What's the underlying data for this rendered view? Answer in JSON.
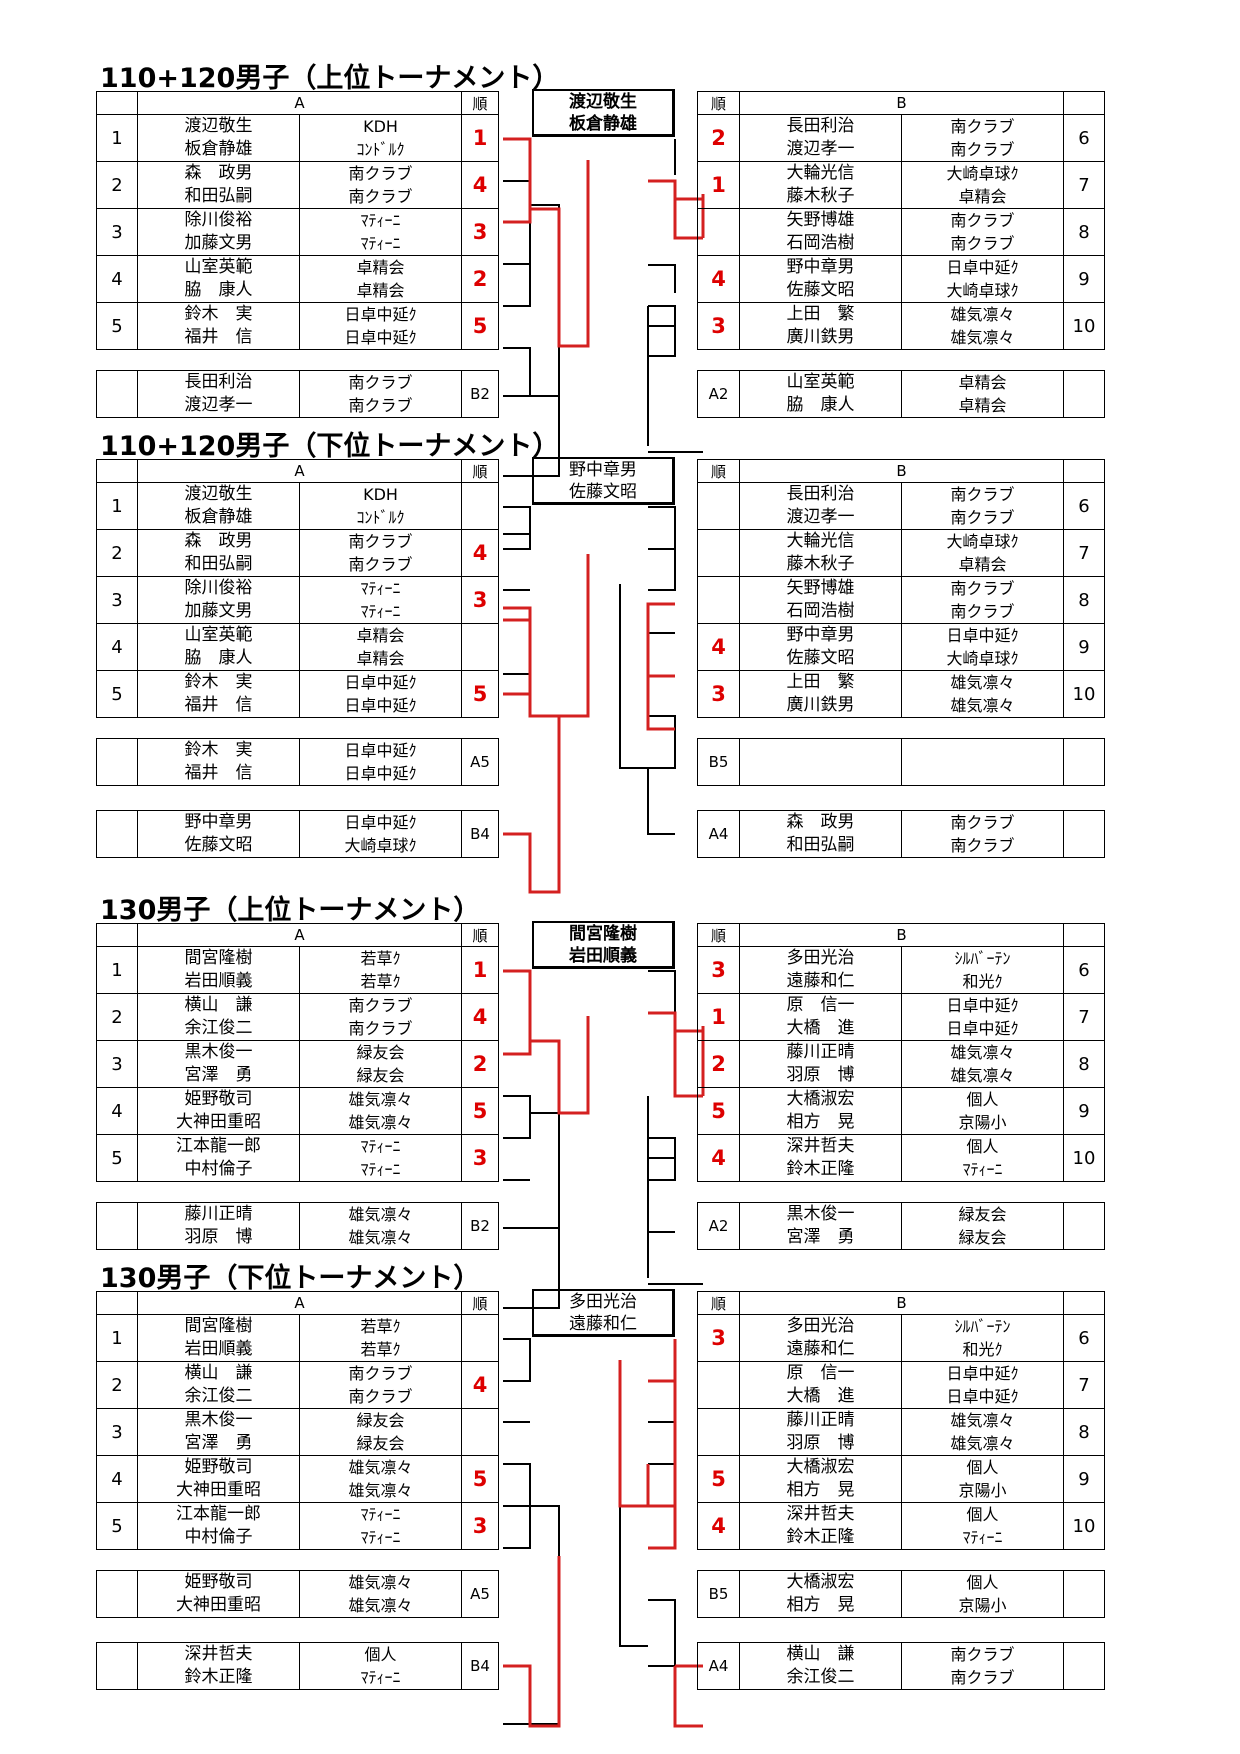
{
  "sections": [
    {
      "title": "110+120男子（上位トーナメント）",
      "champion": [
        "渡辺敬生",
        "板倉静雄"
      ],
      "champion_bold": true,
      "a_header": "A",
      "b_header": "B",
      "rank_header": "順",
      "a_rows": [
        {
          "no": "1",
          "p1": "渡辺敬生",
          "p2": "板倉静雄",
          "c1": "KDH",
          "c2": "ｺﾝﾄﾞﾙｸ",
          "rk": "1"
        },
        {
          "no": "2",
          "p1": "森　政男",
          "p2": "和田弘嗣",
          "c1": "南クラブ",
          "c2": "南クラブ",
          "rk": "4"
        },
        {
          "no": "3",
          "p1": "除川俊裕",
          "p2": "加藤文男",
          "c1": "ﾏﾃｨｰﾆ",
          "c2": "ﾏﾃｨｰﾆ",
          "rk": "3"
        },
        {
          "no": "4",
          "p1": "山室英範",
          "p2": "脇　康人",
          "c1": "卓精会",
          "c2": "卓精会",
          "rk": "2"
        },
        {
          "no": "5",
          "p1": "鈴木　実",
          "p2": "福井　信",
          "c1": "日卓中延ｸ",
          "c2": "日卓中延ｸ",
          "rk": "5"
        }
      ],
      "b_rows": [
        {
          "no": "6",
          "p1": "長田利治",
          "p2": "渡辺孝一",
          "c1": "南クラブ",
          "c2": "南クラブ",
          "rk": "2"
        },
        {
          "no": "7",
          "p1": "大輪光信",
          "p2": "藤木秋子",
          "c1": "大崎卓球ｸ",
          "c2": "卓精会",
          "rk": "1"
        },
        {
          "no": "8",
          "p1": "矢野博雄",
          "p2": "石岡浩樹",
          "c1": "南クラブ",
          "c2": "南クラブ",
          "rk": ""
        },
        {
          "no": "9",
          "p1": "野中章男",
          "p2": "佐藤文昭",
          "c1": "日卓中延ｸ",
          "c2": "大崎卓球ｸ",
          "rk": "4"
        },
        {
          "no": "10",
          "p1": "上田　繁",
          "p2": "廣川鉄男",
          "c1": "雄気凛々",
          "c2": "雄気凛々",
          "rk": "3"
        }
      ],
      "a_extra": [
        {
          "p1": "長田利治",
          "p2": "渡辺孝一",
          "c1": "南クラブ",
          "c2": "南クラブ",
          "lab": "B2"
        }
      ],
      "b_extra": [
        {
          "p1": "山室英範",
          "p2": "脇　康人",
          "c1": "卓精会",
          "c2": "卓精会",
          "lab": "A2"
        }
      ]
    },
    {
      "title": "110+120男子（下位トーナメント）",
      "champion": [
        "野中章男",
        "佐藤文昭"
      ],
      "champion_bold": false,
      "a_header": "A",
      "b_header": "B",
      "rank_header": "順",
      "a_rows": [
        {
          "no": "1",
          "p1": "渡辺敬生",
          "p2": "板倉静雄",
          "c1": "KDH",
          "c2": "ｺﾝﾄﾞﾙｸ",
          "rk": ""
        },
        {
          "no": "2",
          "p1": "森　政男",
          "p2": "和田弘嗣",
          "c1": "南クラブ",
          "c2": "南クラブ",
          "rk": "4"
        },
        {
          "no": "3",
          "p1": "除川俊裕",
          "p2": "加藤文男",
          "c1": "ﾏﾃｨｰﾆ",
          "c2": "ﾏﾃｨｰﾆ",
          "rk": "3"
        },
        {
          "no": "4",
          "p1": "山室英範",
          "p2": "脇　康人",
          "c1": "卓精会",
          "c2": "卓精会",
          "rk": ""
        },
        {
          "no": "5",
          "p1": "鈴木　実",
          "p2": "福井　信",
          "c1": "日卓中延ｸ",
          "c2": "日卓中延ｸ",
          "rk": "5"
        }
      ],
      "b_rows": [
        {
          "no": "6",
          "p1": "長田利治",
          "p2": "渡辺孝一",
          "c1": "南クラブ",
          "c2": "南クラブ",
          "rk": ""
        },
        {
          "no": "7",
          "p1": "大輪光信",
          "p2": "藤木秋子",
          "c1": "大崎卓球ｸ",
          "c2": "卓精会",
          "rk": ""
        },
        {
          "no": "8",
          "p1": "矢野博雄",
          "p2": "石岡浩樹",
          "c1": "南クラブ",
          "c2": "南クラブ",
          "rk": ""
        },
        {
          "no": "9",
          "p1": "野中章男",
          "p2": "佐藤文昭",
          "c1": "日卓中延ｸ",
          "c2": "大崎卓球ｸ",
          "rk": "4"
        },
        {
          "no": "10",
          "p1": "上田　繁",
          "p2": "廣川鉄男",
          "c1": "雄気凛々",
          "c2": "雄気凛々",
          "rk": "3"
        }
      ],
      "a_extra": [
        {
          "p1": "鈴木　実",
          "p2": "福井　信",
          "c1": "日卓中延ｸ",
          "c2": "日卓中延ｸ",
          "lab": "A5"
        },
        {
          "p1": "野中章男",
          "p2": "佐藤文昭",
          "c1": "日卓中延ｸ",
          "c2": "大崎卓球ｸ",
          "lab": "B4"
        }
      ],
      "b_extra": [
        {
          "p1": "",
          "p2": "",
          "c1": "",
          "c2": "",
          "lab": "B5"
        },
        {
          "p1": "森　政男",
          "p2": "和田弘嗣",
          "c1": "南クラブ",
          "c2": "南クラブ",
          "lab": "A4"
        }
      ]
    },
    {
      "title": "130男子（上位トーナメント）",
      "champion": [
        "間宮隆樹",
        "岩田順義"
      ],
      "champion_bold": true,
      "a_header": "A",
      "b_header": "B",
      "rank_header": "順",
      "a_rows": [
        {
          "no": "1",
          "p1": "間宮隆樹",
          "p2": "岩田順義",
          "c1": "若草ｸ",
          "c2": "若草ｸ",
          "rk": "1"
        },
        {
          "no": "2",
          "p1": "横山　謙",
          "p2": "余江俊二",
          "c1": "南クラブ",
          "c2": "南クラブ",
          "rk": "4"
        },
        {
          "no": "3",
          "p1": "黒木俊一",
          "p2": "宮澤　勇",
          "c1": "緑友会",
          "c2": "緑友会",
          "rk": "2"
        },
        {
          "no": "4",
          "p1": "姫野敬司",
          "p2": "大神田重昭",
          "c1": "雄気凛々",
          "c2": "雄気凛々",
          "rk": "5"
        },
        {
          "no": "5",
          "p1": "江本龍一郎",
          "p2": "中村倫子",
          "c1": "ﾏﾃｨｰﾆ",
          "c2": "ﾏﾃｨｰﾆ",
          "rk": "3"
        }
      ],
      "b_rows": [
        {
          "no": "6",
          "p1": "多田光治",
          "p2": "遠藤和仁",
          "c1": "ｼﾙﾊﾞｰﾃﾝ",
          "c2": "和光ｸ",
          "rk": "3"
        },
        {
          "no": "7",
          "p1": "原　信一",
          "p2": "大橋　進",
          "c1": "日卓中延ｸ",
          "c2": "日卓中延ｸ",
          "rk": "1"
        },
        {
          "no": "8",
          "p1": "藤川正晴",
          "p2": "羽原　博",
          "c1": "雄気凛々",
          "c2": "雄気凛々",
          "rk": "2"
        },
        {
          "no": "9",
          "p1": "大橋淑宏",
          "p2": "相方　晃",
          "c1": "個人",
          "c2": "京陽小",
          "rk": "5"
        },
        {
          "no": "10",
          "p1": "深井哲夫",
          "p2": "鈴木正隆",
          "c1": "個人",
          "c2": "ﾏﾃｨｰﾆ",
          "rk": "4"
        }
      ],
      "a_extra": [
        {
          "p1": "藤川正晴",
          "p2": "羽原　博",
          "c1": "雄気凛々",
          "c2": "雄気凛々",
          "lab": "B2"
        }
      ],
      "b_extra": [
        {
          "p1": "黒木俊一",
          "p2": "宮澤　勇",
          "c1": "緑友会",
          "c2": "緑友会",
          "lab": "A2"
        }
      ]
    },
    {
      "title": "130男子（下位トーナメント）",
      "champion": [
        "多田光治",
        "遠藤和仁"
      ],
      "champion_bold": false,
      "a_header": "A",
      "b_header": "B",
      "rank_header": "順",
      "a_rows": [
        {
          "no": "1",
          "p1": "間宮隆樹",
          "p2": "岩田順義",
          "c1": "若草ｸ",
          "c2": "若草ｸ",
          "rk": ""
        },
        {
          "no": "2",
          "p1": "横山　謙",
          "p2": "余江俊二",
          "c1": "南クラブ",
          "c2": "南クラブ",
          "rk": "4"
        },
        {
          "no": "3",
          "p1": "黒木俊一",
          "p2": "宮澤　勇",
          "c1": "緑友会",
          "c2": "緑友会",
          "rk": ""
        },
        {
          "no": "4",
          "p1": "姫野敬司",
          "p2": "大神田重昭",
          "c1": "雄気凛々",
          "c2": "雄気凛々",
          "rk": "5"
        },
        {
          "no": "5",
          "p1": "江本龍一郎",
          "p2": "中村倫子",
          "c1": "ﾏﾃｨｰﾆ",
          "c2": "ﾏﾃｨｰﾆ",
          "rk": "3"
        }
      ],
      "b_rows": [
        {
          "no": "6",
          "p1": "多田光治",
          "p2": "遠藤和仁",
          "c1": "ｼﾙﾊﾞｰﾃﾝ",
          "c2": "和光ｸ",
          "rk": "3"
        },
        {
          "no": "7",
          "p1": "原　信一",
          "p2": "大橋　進",
          "c1": "日卓中延ｸ",
          "c2": "日卓中延ｸ",
          "rk": ""
        },
        {
          "no": "8",
          "p1": "藤川正晴",
          "p2": "羽原　博",
          "c1": "雄気凛々",
          "c2": "雄気凛々",
          "rk": ""
        },
        {
          "no": "9",
          "p1": "大橋淑宏",
          "p2": "相方　晃",
          "c1": "個人",
          "c2": "京陽小",
          "rk": "5"
        },
        {
          "no": "10",
          "p1": "深井哲夫",
          "p2": "鈴木正隆",
          "c1": "個人",
          "c2": "ﾏﾃｨｰﾆ",
          "rk": "4"
        }
      ],
      "a_extra": [
        {
          "p1": "姫野敬司",
          "p2": "大神田重昭",
          "c1": "雄気凛々",
          "c2": "雄気凛々",
          "lab": "A5"
        },
        {
          "p1": "深井哲夫",
          "p2": "鈴木正隆",
          "c1": "個人",
          "c2": "ﾏﾃｨｰﾆ",
          "lab": "B4"
        }
      ],
      "b_extra": [
        {
          "p1": "大橋淑宏",
          "p2": "相方　晃",
          "c1": "個人",
          "c2": "京陽小",
          "lab": "B5"
        },
        {
          "p1": "横山　謙",
          "p2": "余江俊二",
          "c1": "南クラブ",
          "c2": "南クラブ",
          "lab": "A4"
        }
      ]
    }
  ],
  "colors": {
    "winner_line": "#d42020",
    "line": "#000000",
    "rank_text": "#dd0000"
  }
}
